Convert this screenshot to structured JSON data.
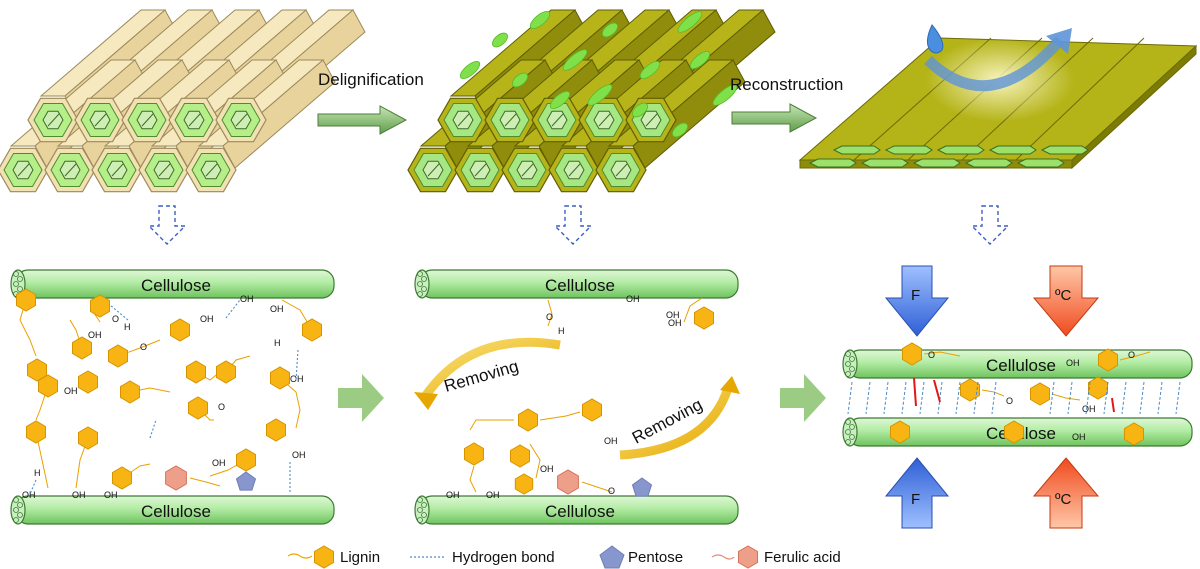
{
  "steps": {
    "delignification": "Delignification",
    "reconstruction": "Reconstruction"
  },
  "cellulose_label": "Cellulose",
  "removing_label": "Removing",
  "oh_label": "OH",
  "h_label": "H",
  "o_label": "O",
  "force_label": "F",
  "temperature_label": "ºC",
  "legend": {
    "lignin": "Lignin",
    "hydrogen_bond": "Hydrogen bond",
    "pentose": "Pentose",
    "ferulic_acid": "Ferulic acid"
  },
  "colors": {
    "raw_wood": "#f2e1b3",
    "cell_wall_green": "#b6ef8a",
    "olive_wood": "#a3a313",
    "cellulose": "#a8e89e",
    "lignin": "#f7b413",
    "pentose": "#8797cd",
    "ferulic": "#ee9f8a",
    "force_arrow": "#3d6fe0",
    "heat_arrow": "#f05a2a",
    "process_arrow": "#8fbf73"
  }
}
